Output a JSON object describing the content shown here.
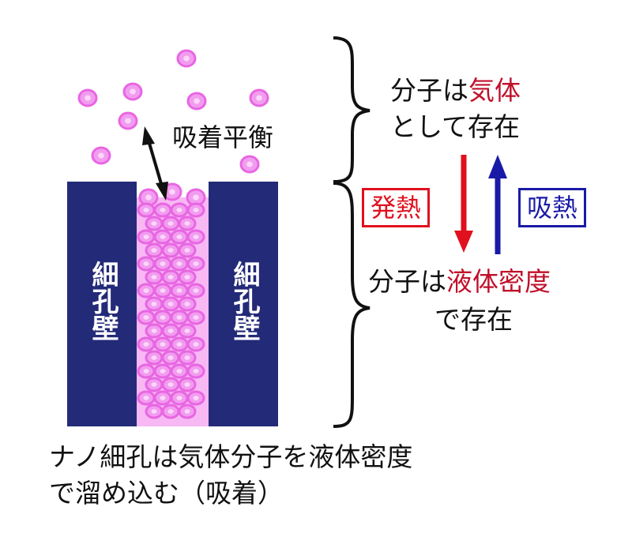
{
  "colors": {
    "wall": "#232a78",
    "molecule_fill": "#f29cf0",
    "molecule_stroke": "#e866e2",
    "pore_fill": "#f7b8f4",
    "heat_release": "#e0101e",
    "heat_absorb": "#1a1aa8",
    "highlight_text": "#c0102a",
    "text": "#111111"
  },
  "labels": {
    "wall_left": "細孔壁",
    "wall_right": "細孔壁",
    "adsorption_equilibrium": "吸着平衡",
    "gas_state": {
      "line1_prefix": "分子は",
      "line1_highlight": "気体",
      "line2": "として存在"
    },
    "heat_release": "発熱",
    "heat_absorb": "吸熱",
    "liquid_state": {
      "line1_prefix": "分子は",
      "line1_highlight": "液体密度",
      "line2": "で存在"
    },
    "caption_line1": "ナノ細孔は気体分子を液体密度",
    "caption_line2": "で溜め込む（吸着）"
  }
}
